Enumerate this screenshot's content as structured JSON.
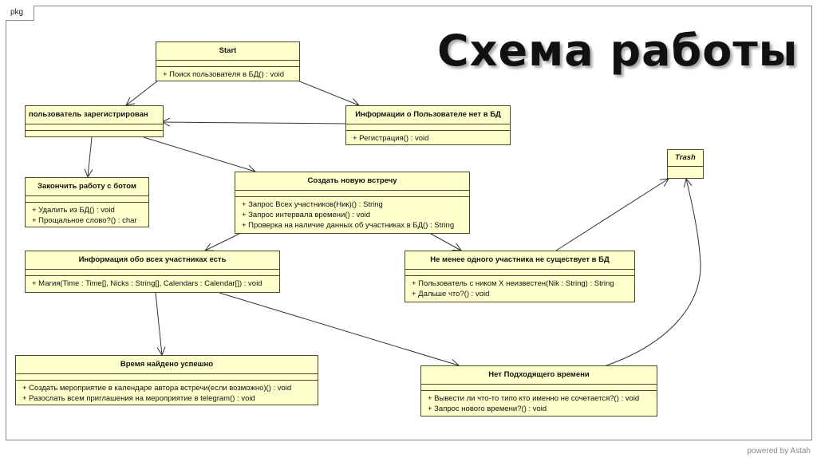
{
  "frame": {
    "tab_label": "pkg"
  },
  "title": "Схема работы",
  "classes": {
    "start": {
      "name": "Start",
      "ops": [
        "+ Поиск пользователя в БД() : void"
      ]
    },
    "registered": {
      "name": "пользователь зарегистрирован",
      "ops": []
    },
    "no_info": {
      "name": "Информации о Пользователе нет в БД",
      "ops": [
        "+ Регистрация() : void"
      ]
    },
    "finish": {
      "name": "Закончить работу с ботом",
      "ops": [
        "+ Удалить из БД() : void",
        "+ Прощальное слово?() : char"
      ]
    },
    "create_meeting": {
      "name": "Создать новую встречу",
      "ops": [
        "+ Запрос Всех участников(Ник)() : String",
        "+ Запрос интервала времени() : void",
        "+ Проверка на наличие данных об участниках в БД() : String"
      ]
    },
    "trash": {
      "name": "Trash"
    },
    "all_info": {
      "name": "Информация обо всех участниках есть",
      "ops": [
        "+ Магия(Time : Time[], Nicks : String[], Calendars : Calendar[]) : void"
      ]
    },
    "missing_participant": {
      "name": "Не менее одного участника не существует в БД",
      "ops": [
        "+ Пользователь с ником X неизвестен(Nik : String) : String",
        "+ Дальше что?() : void"
      ]
    },
    "time_found": {
      "name": "Время найдено успешно",
      "ops": [
        "+ Создать мероприятие в календаре автора встречи(если возможно)() : void",
        "+ Разослать всем приглашения на мероприятие в telegram() : void"
      ]
    },
    "no_time": {
      "name": "Нет Подходящего времени",
      "ops": [
        "+ Вывести ли что-то типо кто именно не сочетается?() : void",
        "+ Запрос нового времени?() : void"
      ]
    }
  },
  "footer": "powered by Astah"
}
